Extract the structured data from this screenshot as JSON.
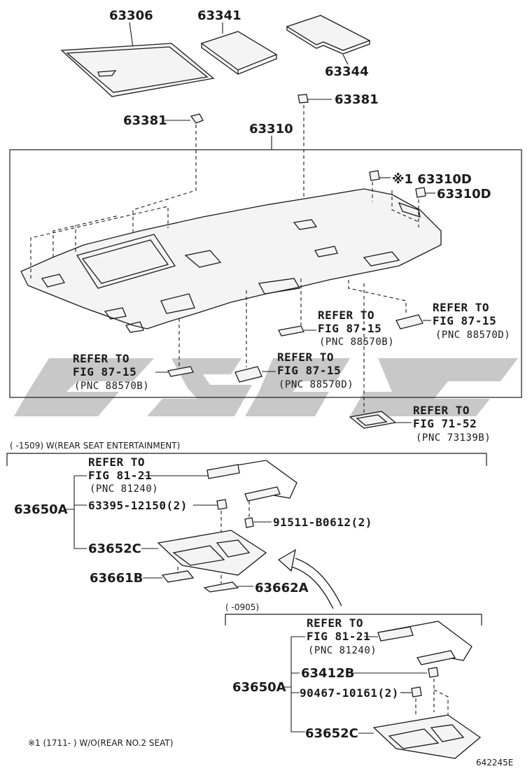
{
  "parts": {
    "p63306": "63306",
    "p63341": "63341",
    "p63344": "63344",
    "p63381a": "63381",
    "p63381b": "63381",
    "p63310": "63310",
    "p63310d1": "※1 63310D",
    "p63310d2": "63310D",
    "p63650a_1": "63650A",
    "p63395": "63395-12150(2)",
    "p91511": "91511-B0612(2)",
    "p63652c_1": "63652C",
    "p63661b": "63661B",
    "p63662a": "63662A",
    "p63650a_2": "63650A",
    "p63412b": "63412B",
    "p90467": "90467-10161(2)",
    "p63652c_2": "63652C"
  },
  "refs": {
    "r1": {
      "line1": "REFER TO",
      "line2": "FIG 87-15",
      "line3": "(PNC 88570B)"
    },
    "r2": {
      "line1": "REFER TO",
      "line2": "FIG 87-15",
      "line3": "(PNC 88570D)"
    },
    "r3": {
      "line1": "REFER TO",
      "line2": "FIG 87-15",
      "line3": "(PNC 88570B)"
    },
    "r4": {
      "line1": "REFER TO",
      "line2": "FIG 87-15",
      "line3": "(PNC 88570D)"
    },
    "r5": {
      "line1": "REFER TO",
      "line2": "FIG 71-52",
      "line3": "(PNC 73139B)"
    },
    "r6": {
      "line1": "REFER TO",
      "line2": "FIG 81-21",
      "line3": "(PNC 81240)"
    },
    "r7": {
      "line1": "REFER TO",
      "line2": "FIG 81-21",
      "line3": "(PNC 81240)"
    }
  },
  "notes": {
    "rse": "(      -1509) W(REAR SEAT ENTERTAINMENT)",
    "date0905": "(      -0905)",
    "footnote": "※1 (1711-      ) W/O(REAR NO.2 SEAT)",
    "figcode": "642245E"
  }
}
